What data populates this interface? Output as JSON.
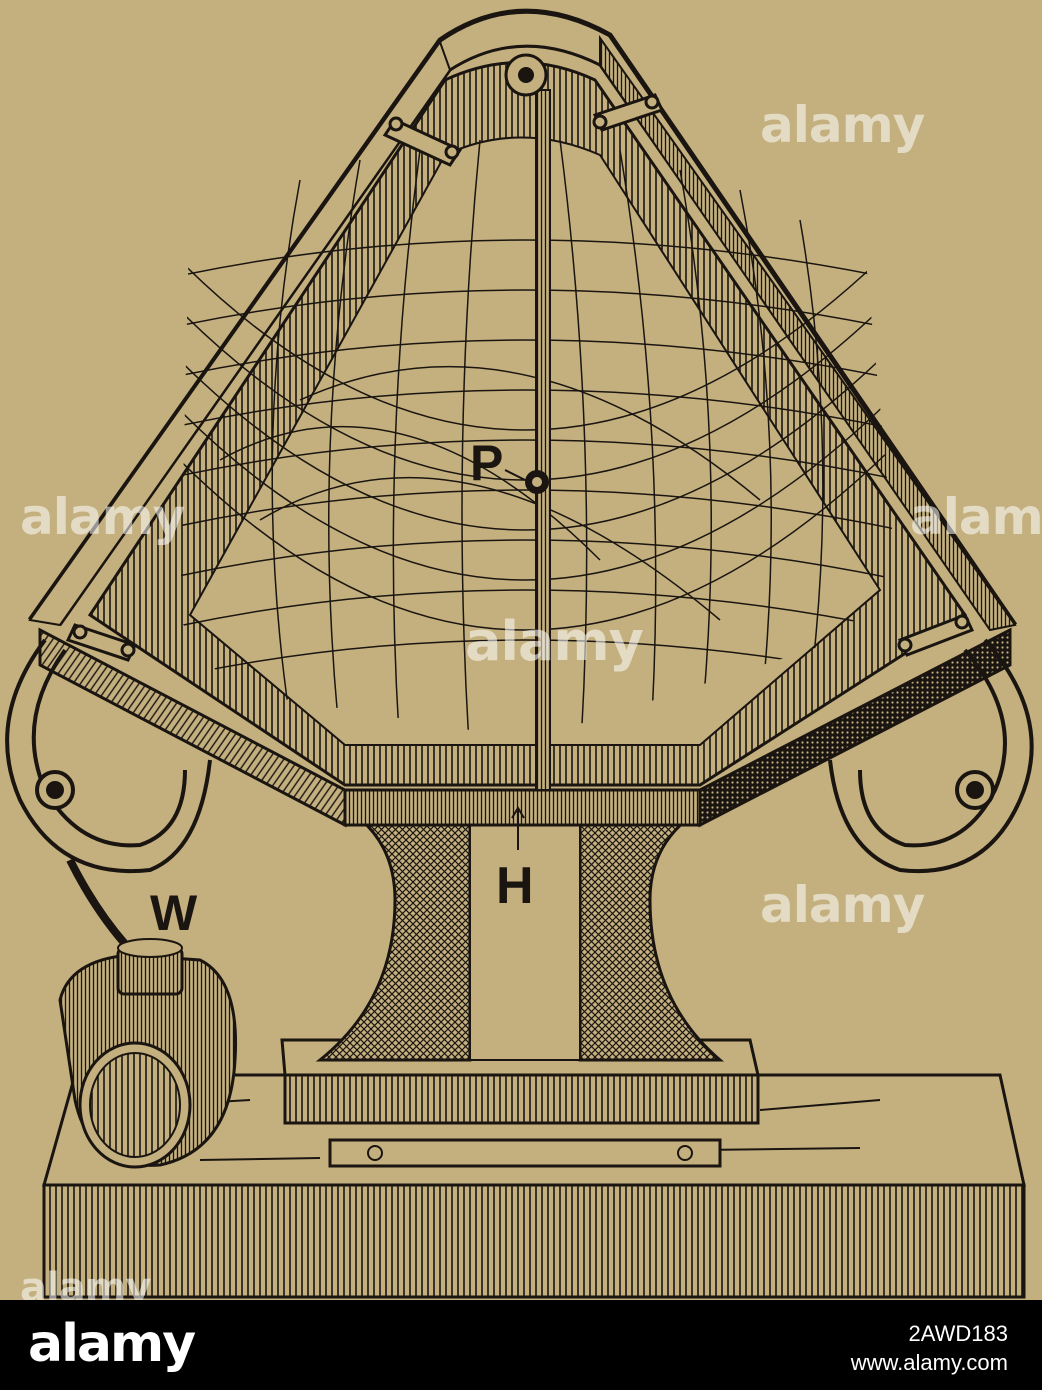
{
  "figure": {
    "labels": {
      "p": "P",
      "h": "H",
      "w": "W"
    }
  },
  "watermark": {
    "text": "alamy"
  },
  "footer": {
    "logo": "alamy",
    "image_id": "2AWD183",
    "site": "www.alamy.com"
  },
  "colors": {
    "paper": "#c4b07e",
    "ink": "#1a1510",
    "footer_bg": "#000000",
    "footer_text": "#ffffff"
  }
}
